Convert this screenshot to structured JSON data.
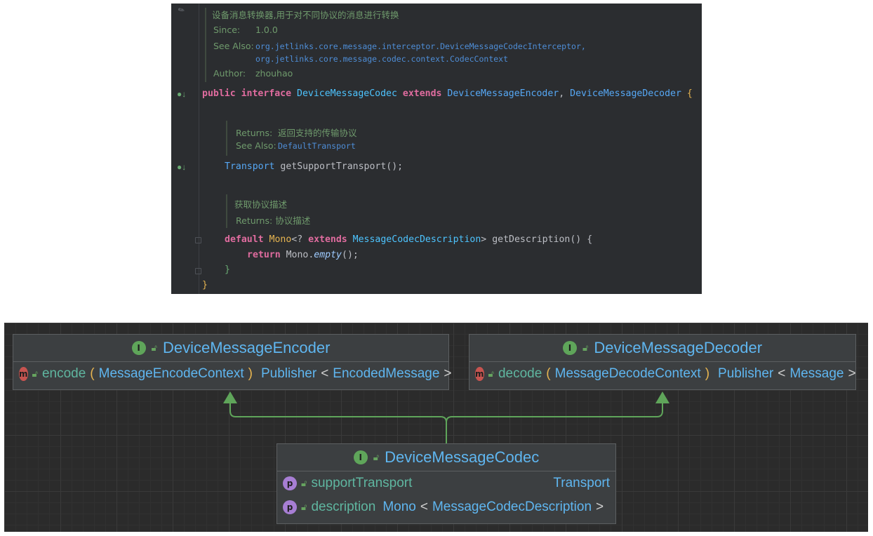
{
  "editor": {
    "doc1": {
      "summary": "设备消息转换器,用于对不同协议的消息进行转换",
      "since_label": "Since:",
      "since_value": "1.0.0",
      "see_label": "See Also:",
      "see_1": "org.jetlinks.core.message.interceptor.DeviceMessageCodecInterceptor,",
      "see_2": "org.jetlinks.core.message.codec.context.CodecContext",
      "author_label": "Author:",
      "author_value": "zhouhao"
    },
    "decl": {
      "kw_public": "public",
      "kw_interface": "interface",
      "name": "DeviceMessageCodec",
      "kw_extends": "extends",
      "parent1": "DeviceMessageEncoder",
      "comma": ",",
      "parent2": "DeviceMessageDecoder",
      "brace": "{"
    },
    "doc2": {
      "returns_label": "Returns:",
      "returns_value": "返回支持的传输协议",
      "see_label": "See Also:",
      "see_link": "DefaultTransport"
    },
    "method1": {
      "type": "Transport",
      "rest": "getSupportTransport();"
    },
    "doc3": {
      "summary": "获取协议描述",
      "returns_label": "Returns:",
      "returns_value": "协议描述"
    },
    "method2": {
      "kw_default": "default",
      "type": "Mono",
      "lt": "<?",
      "kw_extends": "extends",
      "generic": "MessageCodecDescription",
      "gt": ">",
      "name": "getDescription()",
      "open": "{"
    },
    "return_stmt": {
      "kw_return": "return",
      "obj": "Mono.",
      "call": "empty",
      "tail": "();"
    },
    "close_inner": "}",
    "close_outer": "}"
  },
  "diagram": {
    "encoder": {
      "title": "DeviceMessageEncoder",
      "kind_badge": "I",
      "method": {
        "badge": "m",
        "name": "encode",
        "open": "(",
        "param": "MessageEncodeContext",
        "close": ")",
        "ret": "Publisher",
        "lt": "<",
        "ret_generic": "EncodedMessage",
        "gt": ">"
      }
    },
    "decoder": {
      "title": "DeviceMessageDecoder",
      "kind_badge": "I",
      "method": {
        "badge": "m",
        "name": "decode",
        "open": "(",
        "param": "MessageDecodeContext",
        "close": ")",
        "ret": "Publisher",
        "lt": "<",
        "ret_generic": "Message",
        "gt": ">"
      }
    },
    "codec": {
      "title": "DeviceMessageCodec",
      "kind_badge": "I",
      "props": [
        {
          "badge": "p",
          "name": "supportTransport",
          "type": "Transport"
        },
        {
          "badge": "p",
          "name": "description",
          "type": "Mono",
          "lt": "<",
          "generic": "MessageCodecDescription",
          "gt": ">"
        }
      ]
    },
    "colors": {
      "edge": "#5fa55a",
      "grid": "#3a3a3a",
      "node_bg": "#3c3f41"
    },
    "icons": [
      "interface-icon",
      "method-icon",
      "property-icon",
      "public-lock-icon"
    ]
  }
}
